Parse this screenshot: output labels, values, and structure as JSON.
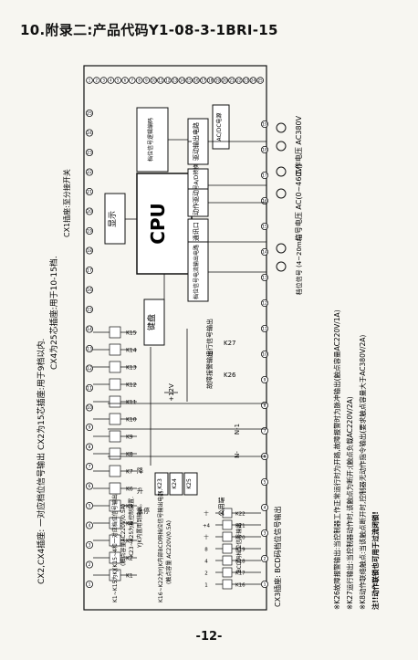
{
  "page": {
    "title": "10.附录二:产品代码Y1-08-3-1BRI-15",
    "page_number": "-12-"
  },
  "rotated_text": {
    "cx2_cx4": "CX2,CX4插座: 一对应档位信号输出  CX2为15芯插座:用于9档以内.",
    "cx4_note": "CX4为25芯插座:用于10-15档.",
    "cx1": "CX1插座:至分接开关",
    "cx3": "CX3插座: BCD码档位信号输出",
    "k_note_1": "K1~K15为KJ(K15~4和一对应档位信号输出",
    "k_note_2": "(触点容量AC220V/0.5A)",
    "k23_note_1": "K23~K25为反控制装置.",
    "k23_note_2": "YJK内置用到输出。",
    "k16_note_1": "K16~K22为YJK内部BCD码档位信号输出电器.",
    "k16_note_2": "(触点容量 AC220V/0.5A)",
    "footnotes": [
      "※K26故障报警输出:当控制器工作正常运行时为开路,故障报警时为脉冲输出(触点容量AC220V/1A)",
      "※K27运行输出:当控制器动作时,该触点为断开;(触点负载AC220V/2A)",
      "※K8动作联络触点:当该触点断开时,控制器无动作指令输出(要求触点容量大于AC380V/2A)",
      "注!!动作联锁也可用于过流闭锁!"
    ]
  },
  "blocks": {
    "cpu": "CPU",
    "display": "显示",
    "keyboard": "键盘",
    "rs485": "RS485通讯口",
    "acdc": "AC/DC电源",
    "pos_input": "档位信号逻辑编码",
    "drive": "驱动输出电路",
    "sample": "数据信号A/D转换",
    "motor": "动作驱动",
    "analog": "档位信号电流输出电路",
    "run_out": "运行信号输出",
    "fault_out": "故障报警输出",
    "common": "公用端",
    "bcd": "BCD码档位信号输出"
  },
  "relays": {
    "k1_15": [
      "K1",
      "K2",
      "K3",
      "K4",
      "K5",
      "K6",
      "K7",
      "K8",
      "K9",
      "K10",
      "K11",
      "K12",
      "K13",
      "K14",
      "K15"
    ],
    "k16_22": [
      "K16",
      "K17",
      "K18",
      "K19",
      "K20",
      "K21",
      "K22"
    ],
    "bcd_weights": [
      "1",
      "2",
      "4",
      "8",
      "十",
      "+4",
      "十"
    ],
    "k23_25": [
      "K23",
      "K24",
      "K25"
    ],
    "k26": "K26",
    "k27": "K27",
    "common_terms": [
      "公用端"
    ]
  },
  "labels": {
    "v12": "+12V",
    "n1": "N-1",
    "n_minus": "N-",
    "feedback": "档位信号\n(4~20mA)",
    "work_power": "工作电压\nAC380V",
    "signal_voltage": "信号电压\nAC(0~460V)",
    "lower": "降",
    "raise": "升",
    "stop": "急停"
  },
  "terminals": {
    "cx1": [
      "1",
      "2",
      "3",
      "4",
      "5",
      "6",
      "7",
      "8",
      "9",
      "10",
      "11",
      "12",
      "13",
      "14",
      "15",
      "16",
      "17",
      "18",
      "19",
      "20",
      "21",
      "22",
      "23",
      "24",
      "25"
    ],
    "cx2": [
      "1",
      "2",
      "3",
      "4",
      "5",
      "6",
      "7",
      "8",
      "9",
      "10",
      "11",
      "12",
      "13",
      "14",
      "15",
      "16",
      "17",
      "18",
      "19",
      "20",
      "21",
      "22",
      "23",
      "24",
      "25"
    ],
    "cx3": [
      "1",
      "2",
      "3",
      "4",
      "5",
      "6",
      "7",
      "8",
      "9",
      "10",
      "11",
      "12",
      "13",
      "14",
      "15",
      "16",
      "17",
      "18",
      "19"
    ]
  }
}
